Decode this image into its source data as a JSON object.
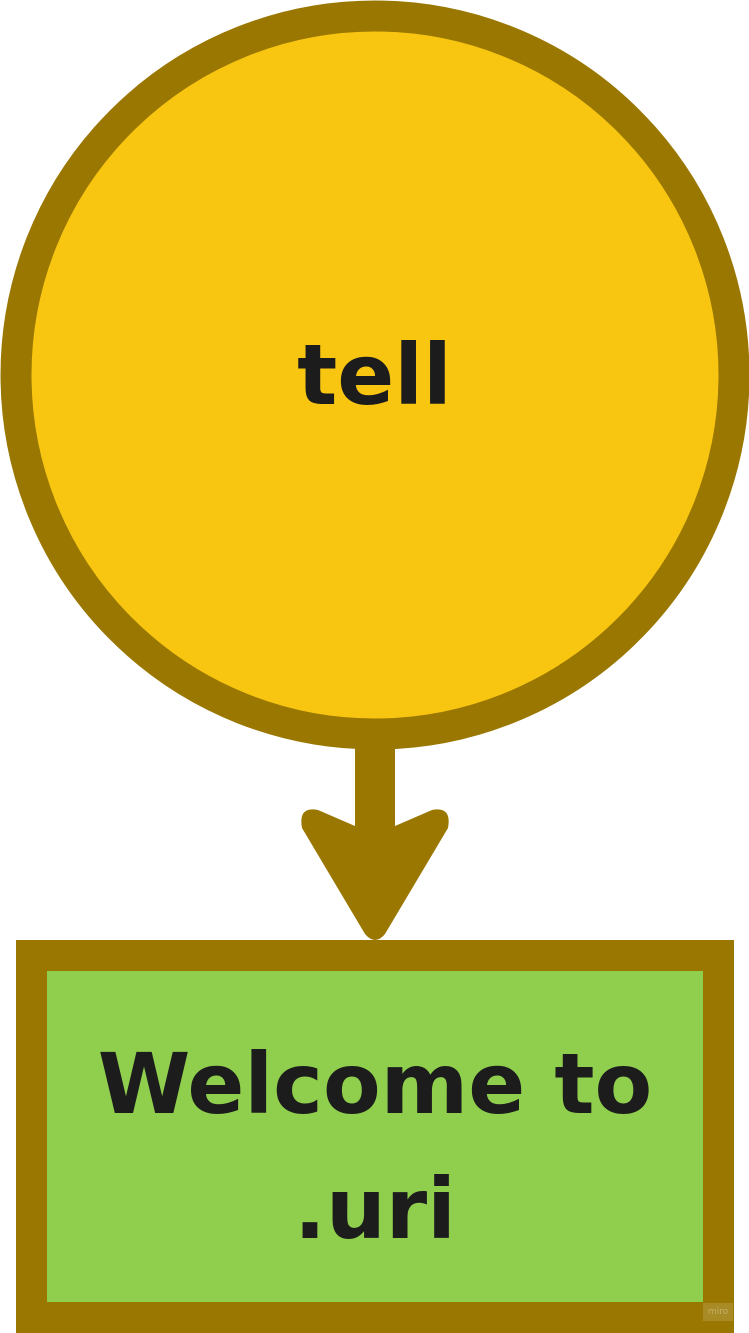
{
  "nodes": [
    {
      "id": "circle",
      "shape": "circle",
      "label": "tell",
      "fill": "#F8C611",
      "stroke": "#9A7700"
    },
    {
      "id": "rect",
      "shape": "rectangle",
      "label": "Welcome to .uri",
      "fill": "#8FCF4D",
      "stroke": "#9A7700"
    }
  ],
  "edges": [
    {
      "from": "circle",
      "to": "rect",
      "color": "#9A7700"
    }
  ],
  "watermark": "miro"
}
